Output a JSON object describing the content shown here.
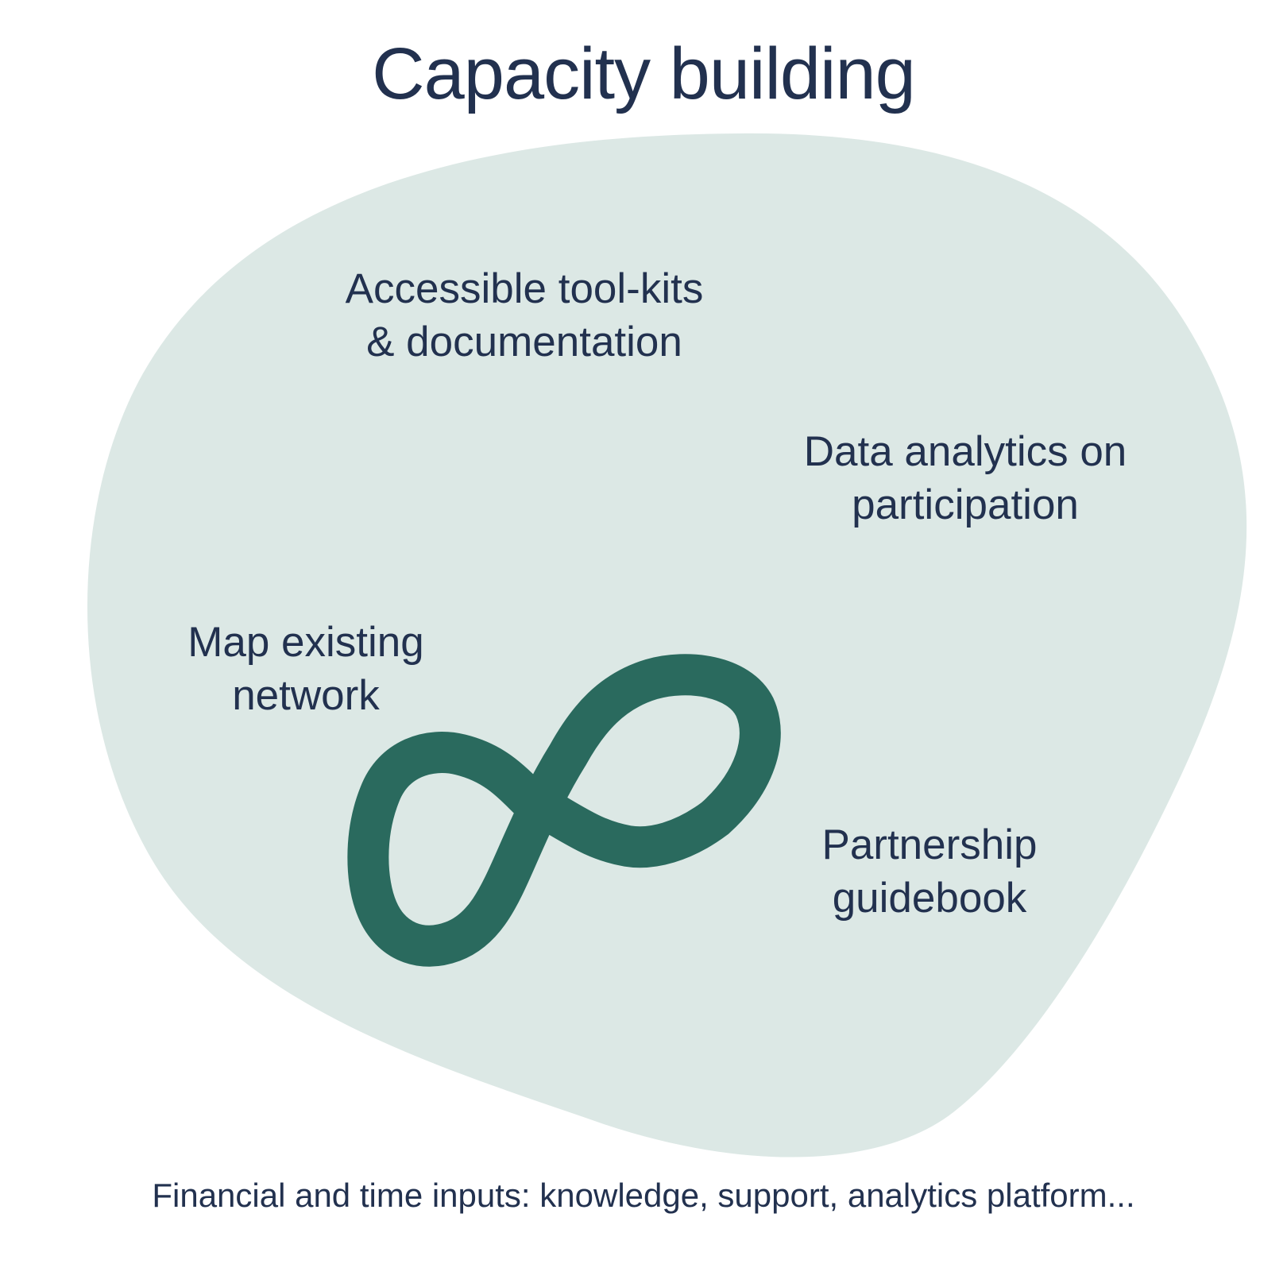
{
  "title": "Capacity building",
  "items": [
    {
      "line1": "Accessible tool-kits",
      "line2": "& documentation"
    },
    {
      "line1": "Data analytics on",
      "line2": "participation"
    },
    {
      "line1": "Map existing",
      "line2": "network"
    },
    {
      "line1": "Partnership",
      "line2": "guidebook"
    }
  ],
  "footer": "Financial and time inputs: knowledge, support, analytics platform...",
  "colors": {
    "text": "#22314f",
    "blob": "#dce8e5",
    "infinity": "#2a6a5e"
  },
  "icons": [
    "infinity-icon"
  ]
}
